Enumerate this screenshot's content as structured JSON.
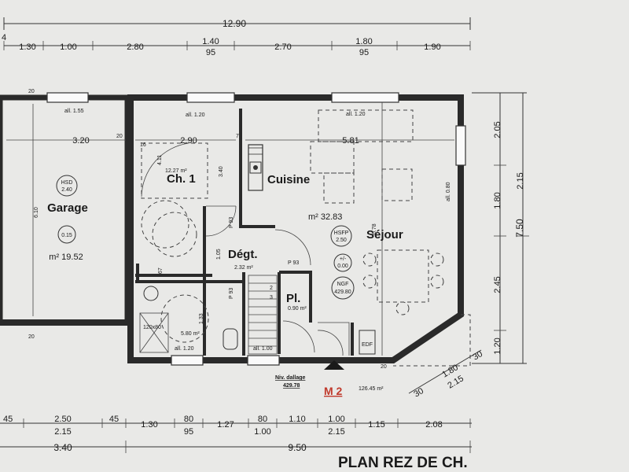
{
  "title": "PLAN REZ DE CH.",
  "section_mark": "M 2",
  "niv_dallage": {
    "label": "Niv. dallage",
    "value": "429.78"
  },
  "total_area": "126.45 m²",
  "top_dims": {
    "overall": "12.90",
    "segments": [
      "1.30",
      "1.00",
      "2.80",
      "1.40",
      "95",
      "2.70",
      "1.80",
      "95",
      "1.90"
    ],
    "edge_num": "4"
  },
  "bottom_dims": {
    "segments_top": [
      "45",
      "2.50",
      "2.15",
      "45",
      "1.30",
      "80",
      "95",
      "1.27",
      "80",
      "1.00",
      "1.10",
      "1.00",
      "2.15",
      "1.15",
      "2.08"
    ],
    "overall_left": "3.40",
    "overall_right": "9.50"
  },
  "right_dims": {
    "inner": [
      "2.05",
      "1.80",
      "2.45",
      "1.20"
    ],
    "outer": [
      "2.15"
    ],
    "overall": "7.50",
    "diag": [
      "30",
      "1.80",
      "2.15",
      "30"
    ]
  },
  "garage": {
    "name": "Garage",
    "hsd": "HSD",
    "hsd_val": "2.40",
    "level": "0.15",
    "area": "m² 19.52",
    "width": "3.20",
    "depth": "6.10",
    "window": "all. 1.55",
    "wall": "20"
  },
  "ch1": {
    "name": "Ch. 1",
    "area": "12.27 m²",
    "width": "2.90",
    "dim1": "4.11",
    "dim2": "3.40",
    "window": "all. 1.20",
    "door": "16"
  },
  "cuisine": {
    "name": "Cuisine",
    "area": "m² 32.83",
    "width": "5.81",
    "window": "all. 1.20"
  },
  "sejour": {
    "name": "Séjour",
    "hsfp": "HSFP",
    "hsfp_val": "2.50",
    "level_a": "+/-",
    "level_b": "0.00",
    "ngf": "NGF",
    "ngf_val": "429.80",
    "dim": "6.78",
    "side_window": "all. 0.80"
  },
  "degt": {
    "name": "Dégt.",
    "area": "2.32 m²",
    "p1": "P 93",
    "p2": "P 93",
    "dim": "1.05"
  },
  "pl": {
    "name": "Pl.",
    "area": "0.90 m²",
    "steps": [
      "2",
      "3"
    ]
  },
  "sdb": {
    "area": "5.80 m²",
    "dim": "1.33",
    "shower": "120x80",
    "window": "all. 1.20",
    "door": "P 93"
  },
  "entry_window": "all. 1.00",
  "edf": "EDF",
  "small": [
    "20",
    "20",
    "20",
    "20",
    "7",
    "67",
    "20"
  ]
}
